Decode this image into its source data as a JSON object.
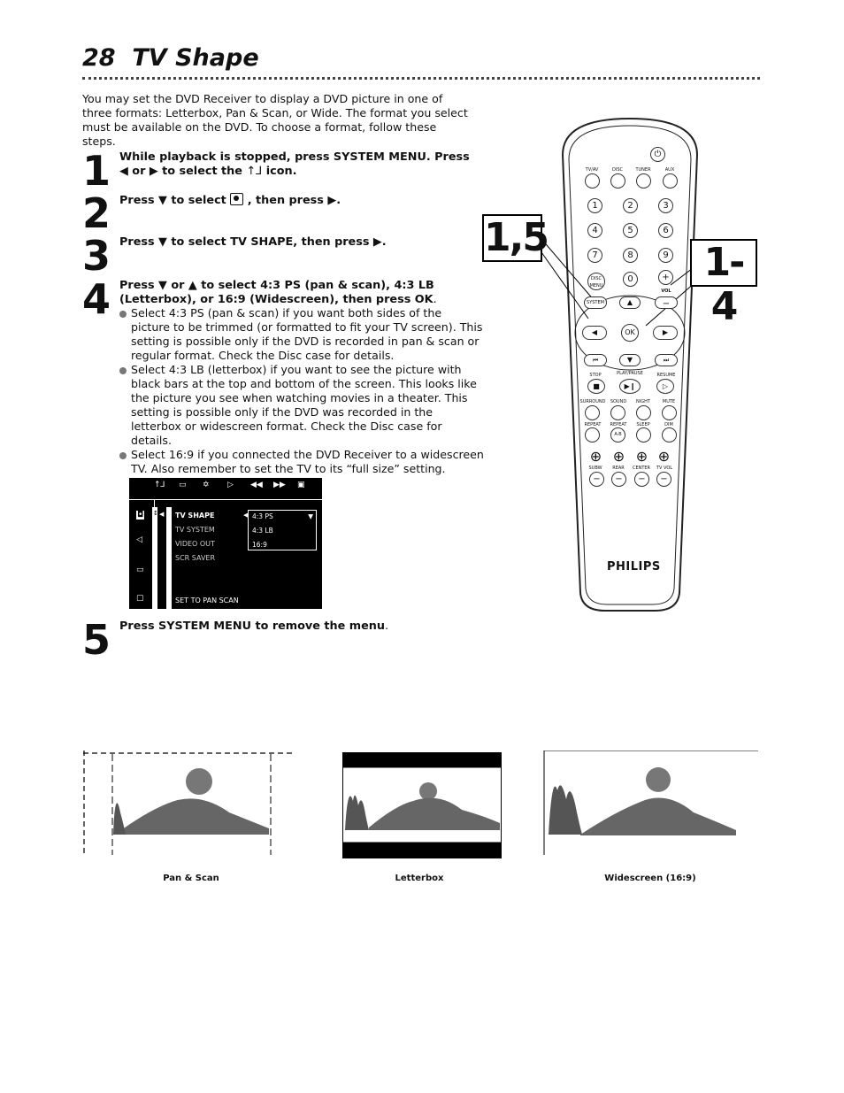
{
  "header": {
    "page_number": "28",
    "title": "TV Shape"
  },
  "intro": "You may set the DVD Receiver to display a DVD picture in one of three formats: Letterbox, Pan & Scan, or Wide. The format you select must be available on the DVD. To choose a format, follow these steps.",
  "steps": [
    {
      "num": "1",
      "text_a": "While playback is stopped, press SYSTEM MENU. Press ◀ or ▶ to select the",
      "text_b": "icon."
    },
    {
      "num": "2",
      "text_a": "Press ▼ to select",
      "text_b": ", then press ▶."
    },
    {
      "num": "3",
      "text": "Press ▼ to select TV SHAPE, then press ▶."
    },
    {
      "num": "4",
      "text_a": "Press ▼ or ▲ to select 4:3 PS (pan & scan), 4:3 LB (Letterbox), or 16:9 (Widescreen), then press OK",
      "text_b": "."
    },
    {
      "num": "5",
      "text_a": "Press SYSTEM MENU to remove the menu",
      "text_b": "."
    }
  ],
  "bullets": [
    "Select 4:3 PS (pan & scan) if you want both sides of the picture to be trimmed (or formatted to fit your TV screen). This setting is possible only if the DVD is recorded in pan & scan or regular format. Check the Disc case for details.",
    "Select 4:3 LB (letterbox) if you want to see the picture with black bars at the top and bottom of the screen. This looks like the picture you see when watching movies in a theater. This setting is possible only if the DVD was recorded in the letterbox or widescreen format. Check the Disc case for details.",
    "Select 16:9 if you connected the DVD Receiver to a widescreen TV. Also remember to set the TV to its “full size” setting."
  ],
  "osd": {
    "items": [
      "TV SHAPE",
      "TV SYSTEM",
      "VIDEO OUT",
      "SCR SAVER"
    ],
    "options": [
      "4:3 PS",
      "4:3 LB",
      "16:9"
    ],
    "status": "SET TO PAN SCAN"
  },
  "remote": {
    "brand": "PHILIPS",
    "labels": {
      "tvav": "TV/AV",
      "disc": "DISC",
      "tuner": "TUNER",
      "aux": "AUX",
      "disc_menu": "DISC MENU",
      "system": "SYSTEM",
      "vol": "VOL",
      "ok": "OK",
      "stop": "STOP",
      "play_pause": "PLAY/PAUSE",
      "resume": "RESUME",
      "surround": "SURROUND",
      "sound": "SOUND",
      "night": "NIGHT",
      "mute": "MUTE",
      "repeat": "REPEAT",
      "repeat_ab": "REPEAT",
      "sleep": "SLEEP",
      "dim": "DIM",
      "ab": "A-B",
      "subw": "SUBW",
      "rear": "REAR",
      "center": "CENTER",
      "tvvol": "TV VOL"
    },
    "digits": [
      "1",
      "2",
      "3",
      "4",
      "5",
      "6",
      "7",
      "8",
      "9",
      "0"
    ]
  },
  "callouts": {
    "left": "1,5",
    "right": "1-4"
  },
  "captions": {
    "pan_scan": "Pan & Scan",
    "letterbox": "Letterbox",
    "widescreen": "Widescreen (16:9)"
  }
}
